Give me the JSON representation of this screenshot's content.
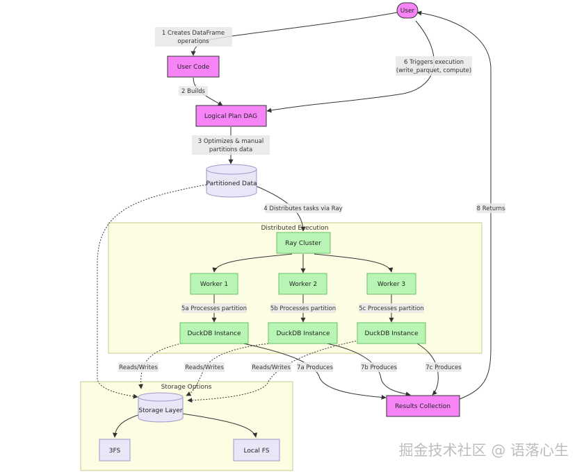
{
  "colors": {
    "pink_fill": "#f784f7",
    "pink_stroke": "#333333",
    "green_fill": "#b8f5b4",
    "green_stroke": "#6abf69",
    "group_fill": "#fcfde3",
    "group_stroke": "#c9c98a",
    "db_fill": "#e8e6f7",
    "db_stroke": "#9d97c9",
    "label_bg": "#e8e8e8",
    "edge": "#333333"
  },
  "nodes": {
    "user": "User",
    "user_code": "User Code",
    "logical_plan": "Logical Plan DAG",
    "partitioned_data": "Partitioned Data",
    "ray_cluster": "Ray Cluster",
    "worker1": "Worker 1",
    "worker2": "Worker 2",
    "worker3": "Worker 3",
    "duckdb1": "DuckDB Instance",
    "duckdb2": "DuckDB Instance",
    "duckdb3": "DuckDB Instance",
    "results": "Results Collection",
    "storage": "Storage Layer",
    "fs3": "3FS",
    "localfs": "Local FS"
  },
  "groups": {
    "distributed": "Distributed Execution",
    "storage": "Storage Options"
  },
  "edges": {
    "e1": [
      "1 Creates DataFrame",
      "operations"
    ],
    "e2": "2 Builds",
    "e3": [
      "3 Optimizes & manual",
      "partitions data"
    ],
    "e4": "4 Distributes tasks via Ray",
    "e5a": "5a Processes partition",
    "e5b": "5b Processes partition",
    "e5c": "5c Processes partition",
    "e6": [
      "6 Triggers execution",
      "(write_parquet, compute)"
    ],
    "e7a": "7a Produces",
    "e7b": "7b Produces",
    "e7c": "7c Produces",
    "e8": "8 Returns",
    "rw1": "Reads/Writes",
    "rw2": "Reads/Writes",
    "rw3": "Reads/Writes"
  },
  "watermark": "掘金技术社区 @ 语落心生"
}
